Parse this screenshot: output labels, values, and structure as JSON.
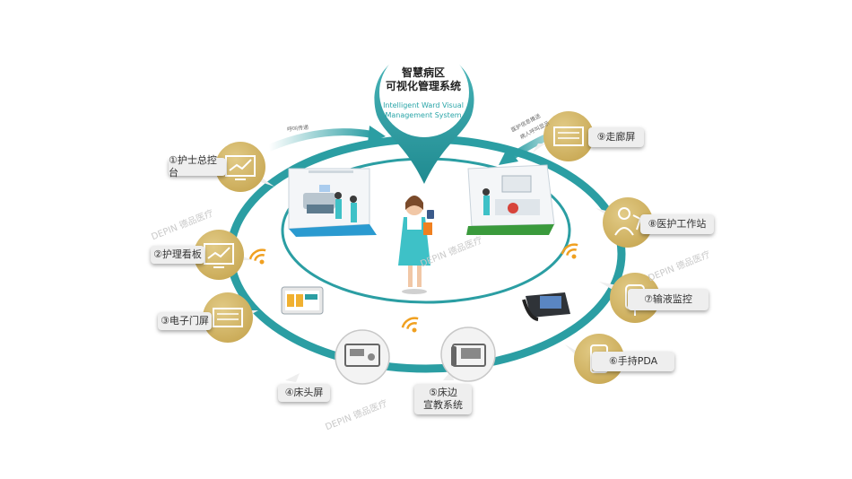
{
  "center": {
    "title_line1": "智慧病区",
    "title_line2": "可视化管理系统",
    "subtitle_line1": "Intelligent Ward Visual",
    "subtitle_line2": "Management System"
  },
  "labels": {
    "nurse_station": "①护士总控台",
    "care_board": "②护理看板",
    "door_screen": "③电子门屏",
    "bedside_screen": "④床头屏",
    "bedside_edu_line1": "⑤床边",
    "bedside_edu_line2": "宣教系统",
    "handheld_pda": "⑥手持PDA",
    "infusion_monitor": "⑦输液监控",
    "medical_workstation": "⑧医护工作站",
    "corridor_screen": "⑨走廊屏"
  },
  "watermark": "DEPIN 德品医疗",
  "flow_labels": {
    "left": "呼叫传递",
    "right_line1": "医护信息推送",
    "right_line2": "病人呼叫显示"
  },
  "colors": {
    "ring": "#2b9ea3",
    "gold": "#d4b86a",
    "pin": "#2b9ea3",
    "label_bg": "#eeeeee",
    "wifi": "#f0a020",
    "floor_blue": "#2a9ad0",
    "floor_green": "#3a9a3c"
  }
}
